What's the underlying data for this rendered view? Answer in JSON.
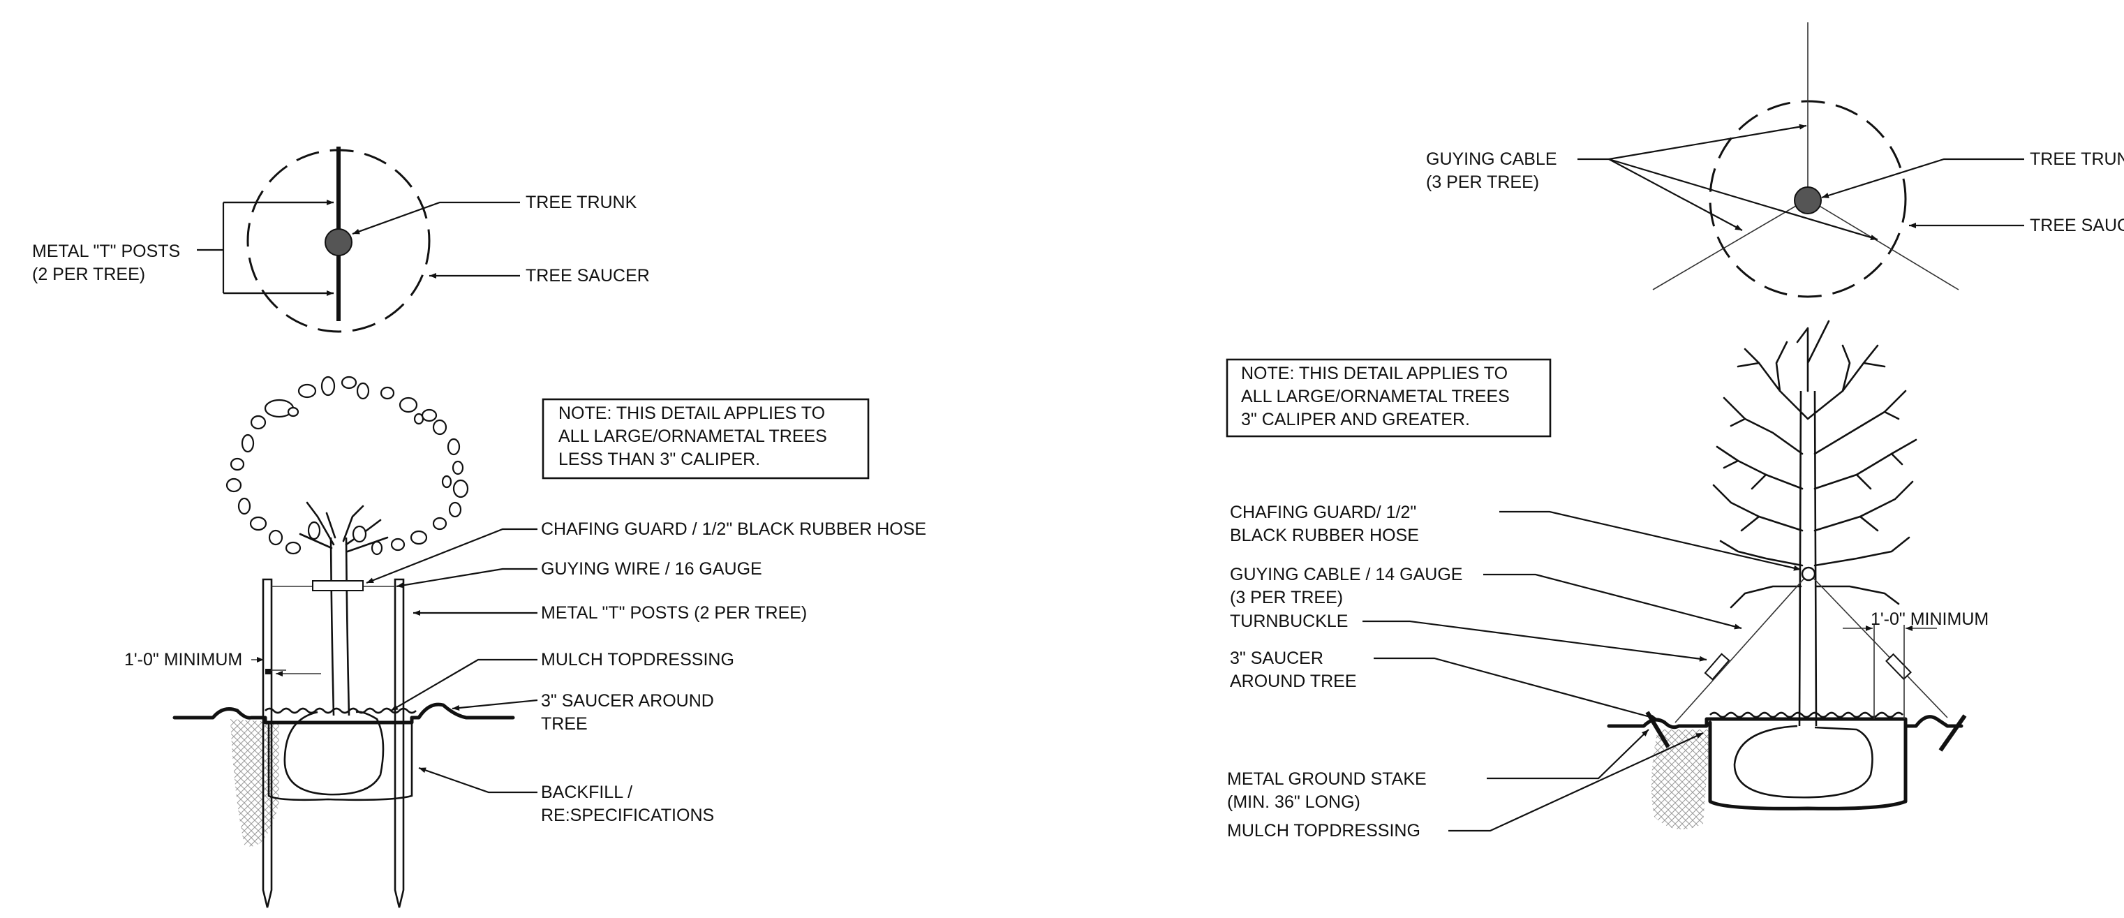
{
  "left_detail": {
    "plan": {
      "posts_label": [
        "METAL \"T\" POSTS",
        "(2 PER TREE)"
      ],
      "trunk_label": "TREE TRUNK",
      "saucer_label": "TREE SAUCER"
    },
    "note": [
      "NOTE:  THIS DETAIL APPLIES TO",
      "ALL LARGE/ORNAMETAL TREES",
      "LESS THAN 3\" CALIPER."
    ],
    "callouts": {
      "chafing_guard": "CHAFING GUARD / 1/2\" BLACK RUBBER HOSE",
      "guying_wire": "GUYING WIRE / 16 GAUGE",
      "posts": "METAL \"T\" POSTS (2 PER TREE)",
      "minimum": "1'-0\" MINIMUM",
      "mulch": "MULCH TOPDRESSING",
      "saucer": [
        "3\" SAUCER AROUND",
        "TREE"
      ],
      "backfill": [
        "BACKFILL /",
        "RE:SPECIFICATIONS"
      ]
    }
  },
  "right_detail": {
    "plan": {
      "cable_label": [
        "GUYING CABLE",
        "(3 PER TREE)"
      ],
      "trunk_label": "TREE TRUNK",
      "saucer_label": "TREE SAUCER"
    },
    "note": [
      "NOTE:  THIS DETAIL APPLIES TO",
      "ALL LARGE/ORNAMETAL TREES",
      "3\" CALIPER AND GREATER."
    ],
    "callouts": {
      "chafing_guard": [
        "CHAFING GUARD/ 1/2\"",
        "BLACK RUBBER HOSE"
      ],
      "guying_cable": [
        "GUYING CABLE / 14 GAUGE",
        "(3 PER TREE)"
      ],
      "turnbuckle": "TURNBUCKLE",
      "saucer": [
        "3\" SAUCER",
        "AROUND TREE"
      ],
      "minimum": "1'-0\" MINIMUM",
      "ground_stake": [
        "METAL GROUND STAKE",
        "(MIN. 36\" LONG)"
      ],
      "mulch": "MULCH TOPDRESSING"
    }
  }
}
